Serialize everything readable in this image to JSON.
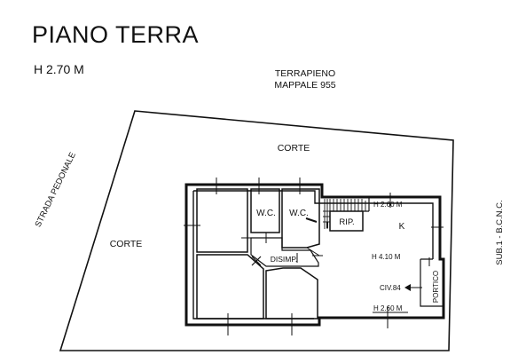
{
  "page": {
    "title": "PIANO TERRA",
    "floor_height": "H 2.70 M",
    "north_neighbor_line1": "TERRAPIENO",
    "north_neighbor_line2": "MAPPALE 955"
  },
  "labels": {
    "corte_top": "CORTE",
    "corte_left": "CORTE",
    "strada": "STRADA PEDONALE",
    "sub": "SUB.1 - B.C.N.C.",
    "wc1": "W.C.",
    "wc2": "W.C.",
    "rip": "RIP.",
    "k": "K",
    "disimp": "DISIMP.",
    "h_top": "H 2.60 M",
    "h_mid": "H 4.10 M",
    "h_bottom": "H 2.60 M",
    "civ": "CIV.84",
    "portico": "PORTICO"
  }
}
